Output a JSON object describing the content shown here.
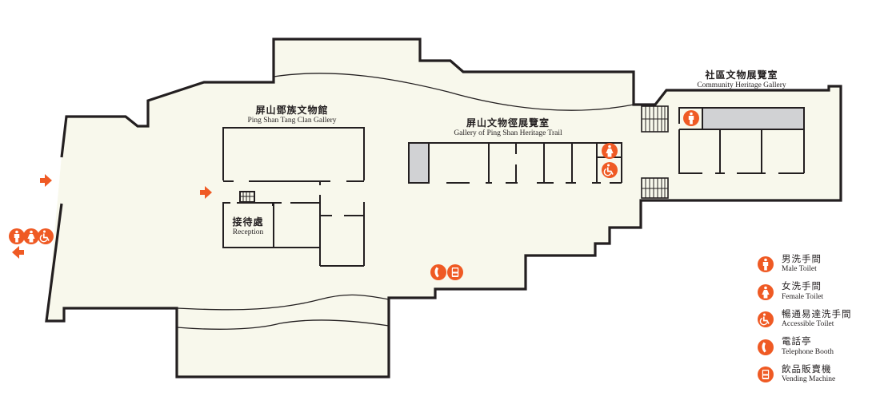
{
  "map": {
    "colors": {
      "floor_fill": "#f8f8ec",
      "wall": "#231f20",
      "accent_orange": "#ef5a24",
      "service_gray": "#d1d2d4"
    },
    "areas": [
      {
        "id": "tang-clan-gallery",
        "zh": "屏山鄧族文物館",
        "en": "Ping Shan Tang Clan Gallery"
      },
      {
        "id": "heritage-trail-gallery",
        "zh": "屏山文物徑展覽室",
        "en": "Gallery of Ping Shan Heritage Trail"
      },
      {
        "id": "community-gallery",
        "zh": "社區文物展覽室",
        "en": "Community Heritage Gallery"
      },
      {
        "id": "reception",
        "zh": "接待處",
        "en": "Reception"
      }
    ],
    "markers": {
      "entrance_arrow_outer": "entrance-arrow-right",
      "entrance_arrow_inner": "entrance-arrow-right",
      "exit_arrow": "exit-arrow-left",
      "toilet_group": [
        "male-toilet",
        "female-toilet",
        "accessible-toilet"
      ],
      "heritage_toilets": [
        "female-toilet",
        "accessible-toilet"
      ],
      "community_toilet": "male-toilet",
      "services": [
        "telephone-booth",
        "vending-machine"
      ]
    }
  },
  "legend": {
    "items": [
      {
        "icon": "male-toilet",
        "zh": "男洗手間",
        "en": "Male Toilet"
      },
      {
        "icon": "female-toilet",
        "zh": "女洗手間",
        "en": "Female Toilet"
      },
      {
        "icon": "accessible-toilet",
        "zh": "暢通易達洗手間",
        "en": "Accessible Toilet"
      },
      {
        "icon": "telephone-booth",
        "zh": "電話亭",
        "en": "Telephone Booth"
      },
      {
        "icon": "vending-machine",
        "zh": "飲品販賣機",
        "en": "Vending Machine"
      }
    ]
  }
}
